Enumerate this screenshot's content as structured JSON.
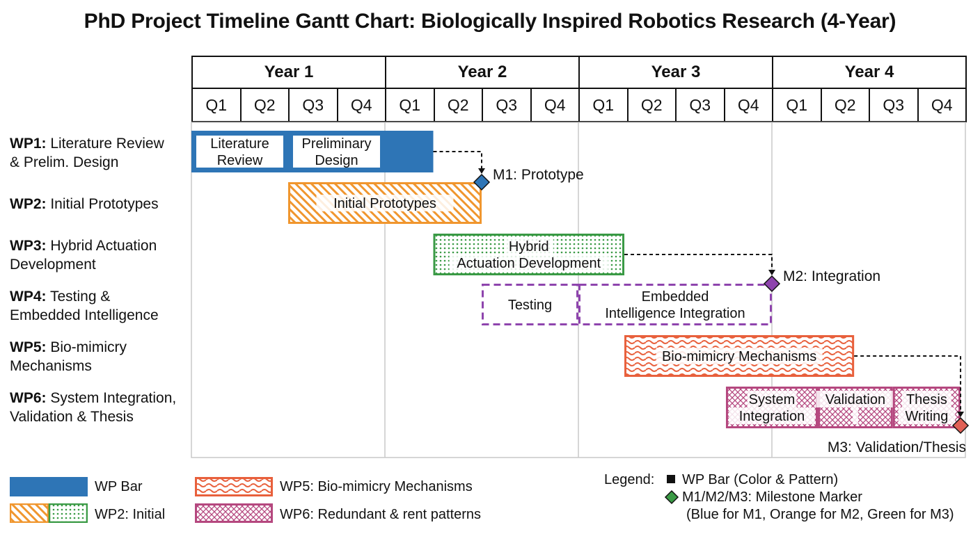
{
  "chart_data": {
    "type": "gantt",
    "title": "PhD Project Timeline Gantt Chart: Biologically Inspired Robotics Research (4-Year)",
    "years": [
      "Year 1",
      "Year 2",
      "Year 3",
      "Year 4"
    ],
    "quarters": [
      "Q1",
      "Q2",
      "Q3",
      "Q4"
    ],
    "time_unit": "quarter",
    "time_range": [
      0,
      16
    ],
    "grid": "year boundaries",
    "work_packages": [
      {
        "id": "WP1:",
        "name": "Literature Review",
        "name2": "& Prelim. Design",
        "color": "#2e75b6",
        "pattern": "solid"
      },
      {
        "id": "WP2:",
        "name": "Initial Prototypes",
        "name2": "",
        "color": "#f0962e",
        "pattern": "hatch"
      },
      {
        "id": "WP3:",
        "name": "Hybrid Actuation",
        "name2": "Development",
        "color": "#3a9a45",
        "pattern": "dots"
      },
      {
        "id": "WP4:",
        "name": "Testing &",
        "name2": "Embedded Intelligence",
        "color": "#8e44ad",
        "pattern": "dashed"
      },
      {
        "id": "WP5:",
        "name": "Bio-mimicry",
        "name2": "Mechanisms",
        "color": "#e8603c",
        "pattern": "waves"
      },
      {
        "id": "WP6:",
        "name": "System Integration,",
        "name2": "Validation & Thesis",
        "color": "#b5487f",
        "pattern": "crosshatch"
      }
    ],
    "tasks": [
      {
        "row": 0,
        "start": 0,
        "end": 2,
        "label": "Literature Review"
      },
      {
        "row": 0,
        "start": 2,
        "end": 4,
        "label": "Preliminary Design"
      },
      {
        "row": 0,
        "start": 4,
        "end": 5,
        "label": ""
      },
      {
        "row": 1,
        "start": 2,
        "end": 6,
        "label": "Initial Prototypes"
      },
      {
        "row": 2,
        "start": 5,
        "end": 8.95,
        "label": "Hybrid Actuation Development"
      },
      {
        "row": 3,
        "start": 6,
        "end": 8,
        "label": "Testing"
      },
      {
        "row": 3,
        "start": 8,
        "end": 12,
        "label": "Embedded Intelligence Integration"
      },
      {
        "row": 4,
        "start": 8.95,
        "end": 13.7,
        "label": "Bio-mimicry Mechanisms"
      },
      {
        "row": 5,
        "start": 11.05,
        "end": 12.95,
        "label": "System Integration"
      },
      {
        "row": 5,
        "start": 12.95,
        "end": 14.5,
        "label": "Validation"
      },
      {
        "row": 5,
        "start": 14.5,
        "end": 15.9,
        "label": "Thesis Writing"
      }
    ],
    "milestones": [
      {
        "name": "M1: Prototype",
        "time": 6,
        "row": 1,
        "color": "#2e75b6",
        "from_row": 0,
        "from_time": 5
      },
      {
        "name": "M2: Integration",
        "time": 12,
        "row": 3,
        "color": "#8e44ad",
        "from_row": 2,
        "from_time": 8.95
      },
      {
        "name": "M3: Validation/Thesis",
        "time": 15.9,
        "row": 5,
        "color": "#e06055",
        "from_row": 4,
        "from_time": 13.7
      }
    ]
  },
  "legend": {
    "wp_bar": "WP Bar",
    "wp2": "WP2: Initial",
    "wp5": "WP5: Bio-mimicry Mechanisms",
    "wp6": "WP6: Redundant & rent patterns",
    "key_title": "Legend:",
    "key_bar": "WP Bar (Color & Pattern)",
    "key_milestone": "M1/M2/M3: Milestone Marker",
    "key_note": "(Blue for M1, Orange for M2, Green for M3)"
  }
}
